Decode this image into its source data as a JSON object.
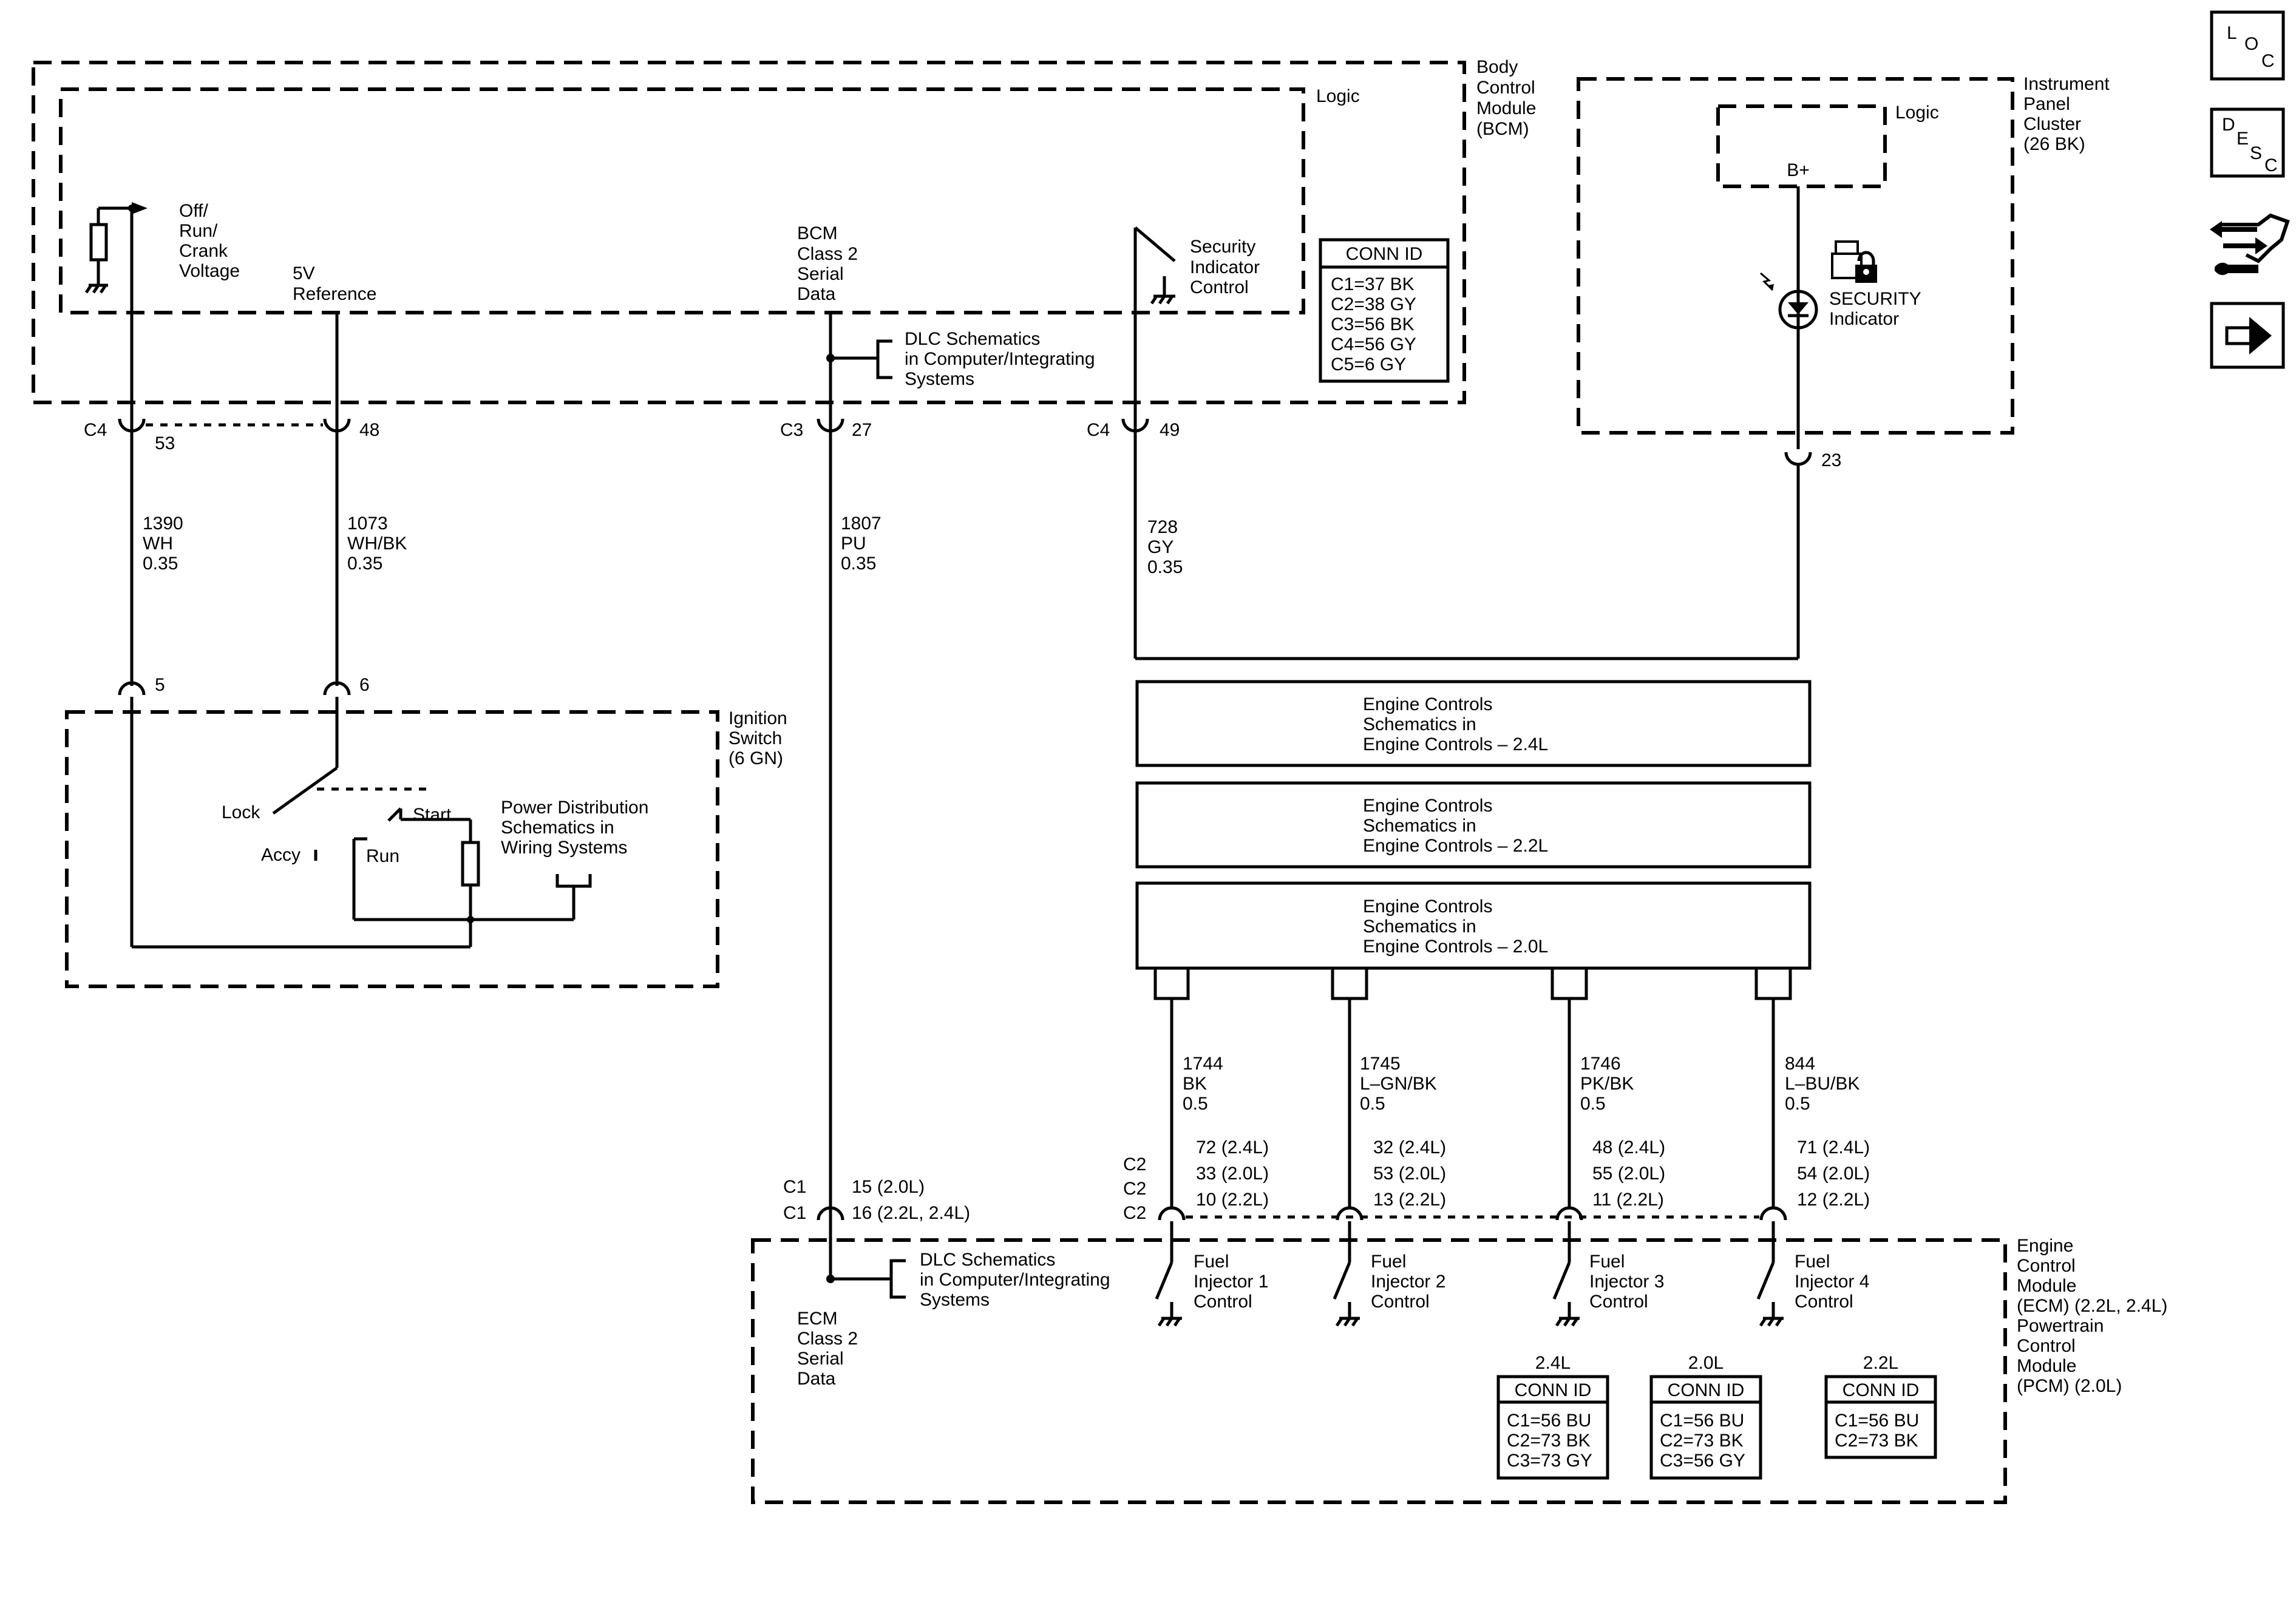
{
  "modules": {
    "bcm": {
      "name": [
        "Body",
        "Control",
        "Module",
        "(BCM)"
      ],
      "logic": "Logic"
    },
    "ipc": {
      "name": [
        "Instrument",
        "Panel",
        "Cluster",
        "(26 BK)"
      ],
      "logic": "Logic",
      "bplus": "B+",
      "indicator": [
        "SECURITY",
        "Indicator"
      ]
    },
    "ignition": {
      "name": [
        "Ignition",
        "Switch",
        "(6 GN)"
      ],
      "lock": "Lock",
      "accy": "Accy",
      "run": "Run",
      "start": "Start"
    },
    "ecm": {
      "name": [
        "Engine",
        "Control",
        "Module",
        "(ECM) (2.2L, 2.4L)",
        "Powertrain",
        "Control",
        "Module",
        "(PCM) (2.0L)"
      ]
    }
  },
  "bcm_labels": {
    "ignition_voltage": [
      "Off/",
      "Run/",
      "Crank",
      "Voltage"
    ],
    "reference": [
      "5V",
      "Reference"
    ],
    "serial": [
      "BCM",
      "Class 2",
      "Serial",
      "Data"
    ],
    "security": [
      "Security",
      "Indicator",
      "Control"
    ]
  },
  "bcm_conn_id": {
    "title": "CONN ID",
    "rows": [
      "C1=37 BK",
      "C2=38 GY",
      "C3=56 BK",
      "C4=56 GY",
      "C5=6 GY"
    ]
  },
  "dlc_ref": [
    "DLC Schematics",
    "in Computer/Integrating",
    "Systems"
  ],
  "power_dist_ref": [
    "Power Distribution",
    "Schematics in",
    "Wiring Systems"
  ],
  "connectors": {
    "c4_53": {
      "conn": "C4",
      "pin": "53"
    },
    "p48": {
      "pin": "48"
    },
    "c3_27": {
      "conn": "C3",
      "pin": "27"
    },
    "c4_49": {
      "conn": "C4",
      "pin": "49"
    },
    "p23": {
      "pin": "23"
    },
    "p5": {
      "pin": "5"
    },
    "p6": {
      "pin": "6"
    }
  },
  "wires": {
    "w1390": [
      "1390",
      "WH",
      "0.35"
    ],
    "w1073": [
      "1073",
      "WH/BK",
      "0.35"
    ],
    "w1807": [
      "1807",
      "PU",
      "0.35"
    ],
    "w728": [
      "728",
      "GY",
      "0.35"
    ],
    "w1744": [
      "1744",
      "BK",
      "0.5"
    ],
    "w1745": [
      "1745",
      "L–GN/BK",
      "0.5"
    ],
    "w1746": [
      "1746",
      "PK/BK",
      "0.5"
    ],
    "w844": [
      "844",
      "L–BU/BK",
      "0.5"
    ]
  },
  "engine_refs": [
    [
      "Engine Controls",
      "Schematics in",
      "Engine Controls – 2.4L"
    ],
    [
      "Engine Controls",
      "Schematics in",
      "Engine Controls – 2.2L"
    ],
    [
      "Engine Controls",
      "Schematics in",
      "Engine Controls – 2.0L"
    ]
  ],
  "ecm_serial": {
    "conn": [
      "C1",
      "C1"
    ],
    "pins": [
      "15 (2.0L)",
      "16 (2.2L, 2.4L)"
    ],
    "label": [
      "ECM",
      "Class 2",
      "Serial",
      "Data"
    ]
  },
  "injector_conn": [
    "C2",
    "C2",
    "C2"
  ],
  "injectors": [
    {
      "pins": [
        "72 (2.4L)",
        "33 (2.0L)",
        "10 (2.2L)"
      ],
      "label": [
        "Fuel",
        "Injector 1",
        "Control"
      ]
    },
    {
      "pins": [
        "32 (2.4L)",
        "53 (2.0L)",
        "13 (2.2L)"
      ],
      "label": [
        "Fuel",
        "Injector 2",
        "Control"
      ]
    },
    {
      "pins": [
        "48 (2.4L)",
        "55 (2.0L)",
        "11 (2.2L)"
      ],
      "label": [
        "Fuel",
        "Injector 3",
        "Control"
      ]
    },
    {
      "pins": [
        "71 (2.4L)",
        "54 (2.0L)",
        "12 (2.2L)"
      ],
      "label": [
        "Fuel",
        "Injector 4",
        "Control"
      ]
    }
  ],
  "ecm_conn_ids": [
    {
      "variant": "2.4L",
      "title": "CONN ID",
      "rows": [
        "C1=56 BU",
        "C2=73 BK",
        "C3=73 GY"
      ]
    },
    {
      "variant": "2.0L",
      "title": "CONN ID",
      "rows": [
        "C1=56 BU",
        "C2=73 BK",
        "C3=56 GY"
      ]
    },
    {
      "variant": "2.2L",
      "title": "CONN ID",
      "rows": [
        "C1=56 BU",
        "C2=73 BK"
      ]
    }
  ],
  "nav": {
    "loc": [
      "L",
      "O",
      "C"
    ],
    "desc": [
      "D",
      "E",
      "S",
      "C"
    ],
    "icons": [
      "connector-icon",
      "arrow-right-icon"
    ]
  }
}
